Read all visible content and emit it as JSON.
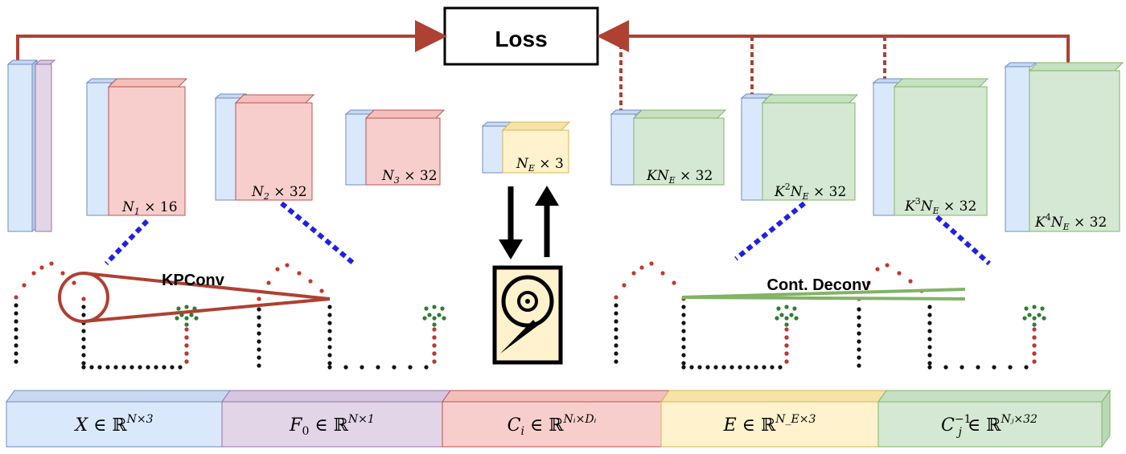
{
  "loss": {
    "label": "Loss"
  },
  "blocks": {
    "b1": {
      "label": "N",
      "sub": "1",
      "tail": " × 16"
    },
    "b2": {
      "label": "N",
      "sub": "2",
      "tail": " × 32"
    },
    "b3": {
      "label": "N",
      "sub": "3",
      "tail": " × 32"
    },
    "b4": {
      "label": "N",
      "sub": "E",
      "tail": " × 3"
    },
    "g1": {
      "pre": "K",
      "sup": "",
      "label": "N",
      "sub": "E",
      "tail": " × 32"
    },
    "g2": {
      "pre": "K",
      "sup": "2",
      "label": "N",
      "sub": "E",
      "tail": " × 32"
    },
    "g3": {
      "pre": "K",
      "sup": "3",
      "label": "N",
      "sub": "E",
      "tail": " × 32"
    },
    "g4": {
      "pre": "K",
      "sup": "4",
      "label": "N",
      "sub": "E",
      "tail": " × 32"
    }
  },
  "annotations": {
    "kpconv": "KPConv",
    "deconv": "Cont. Deconv"
  },
  "legend": {
    "x": {
      "var": "X",
      "rel": " ∈ ℝ",
      "sup": "N×3",
      "color": "#dae8fc",
      "stroke": "#6c8ebf"
    },
    "f0": {
      "var": "F",
      "varsub": "0",
      "rel": " ∈ ℝ",
      "sup": "N×1",
      "color": "#e1d5e7",
      "stroke": "#9673a6"
    },
    "c": {
      "var": "C",
      "varsub": "i",
      "rel": " ∈ ℝ",
      "sup": "Nᵢ×Dᵢ",
      "color": "#f8cecc",
      "stroke": "#b85450"
    },
    "e": {
      "var": "E",
      "rel": " ∈ ℝ",
      "sup": "N_E×3",
      "color": "#fff2cc",
      "stroke": "#d6b656"
    },
    "cinv": {
      "var": "C",
      "varsub": "j",
      "varsup": "−1",
      "rel": " ∈ ℝ",
      "sup": "Nⱼ×32",
      "color": "#d5e8d4",
      "stroke": "#82b366"
    }
  }
}
